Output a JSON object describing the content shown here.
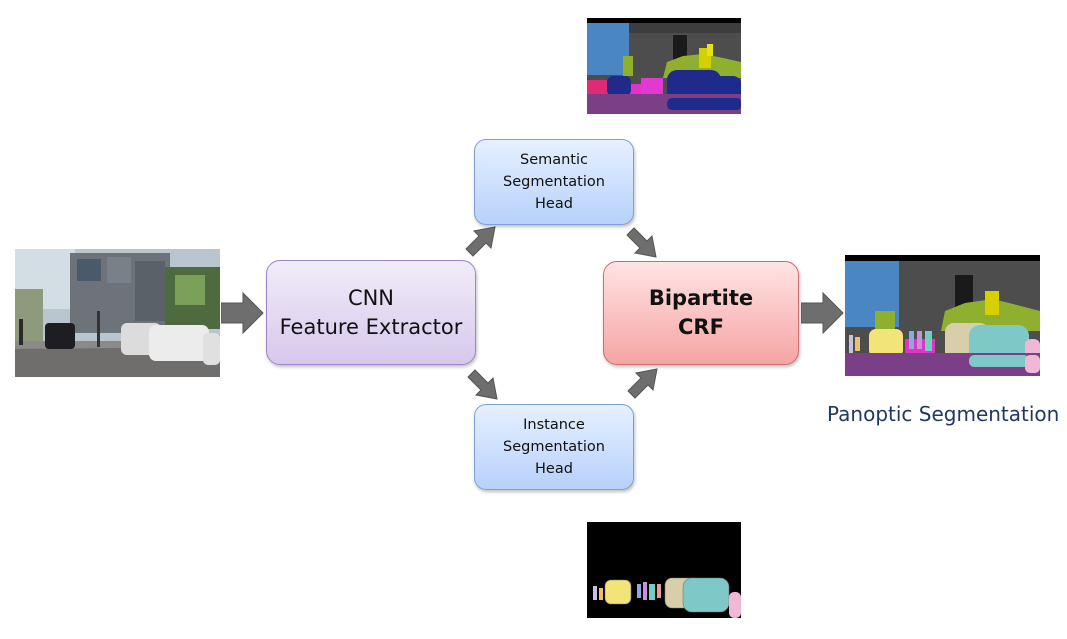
{
  "diagram": {
    "cnn_box": {
      "line1": "CNN",
      "line2": "Feature Extractor"
    },
    "semantic_head": {
      "line1": "Semantic",
      "line2": "Segmentation",
      "line3": "Head"
    },
    "instance_head": {
      "line1": "Instance",
      "line2": "Segmentation",
      "line3": "Head"
    },
    "crf_box": {
      "line1": "Bipartite",
      "line2": "CRF"
    },
    "output_caption": "Panoptic Segmentation"
  },
  "colors": {
    "cnn_fill": "#d6c8ec",
    "head_fill": "#b7d1fb",
    "crf_fill": "#f6a4a4",
    "caption_text": "#1f3864",
    "arrow_fill": "#6e6e6e"
  },
  "images": [
    {
      "name": "input-street-photo"
    },
    {
      "name": "semantic-segmentation-map"
    },
    {
      "name": "instance-segmentation-map"
    },
    {
      "name": "panoptic-segmentation-map"
    }
  ]
}
